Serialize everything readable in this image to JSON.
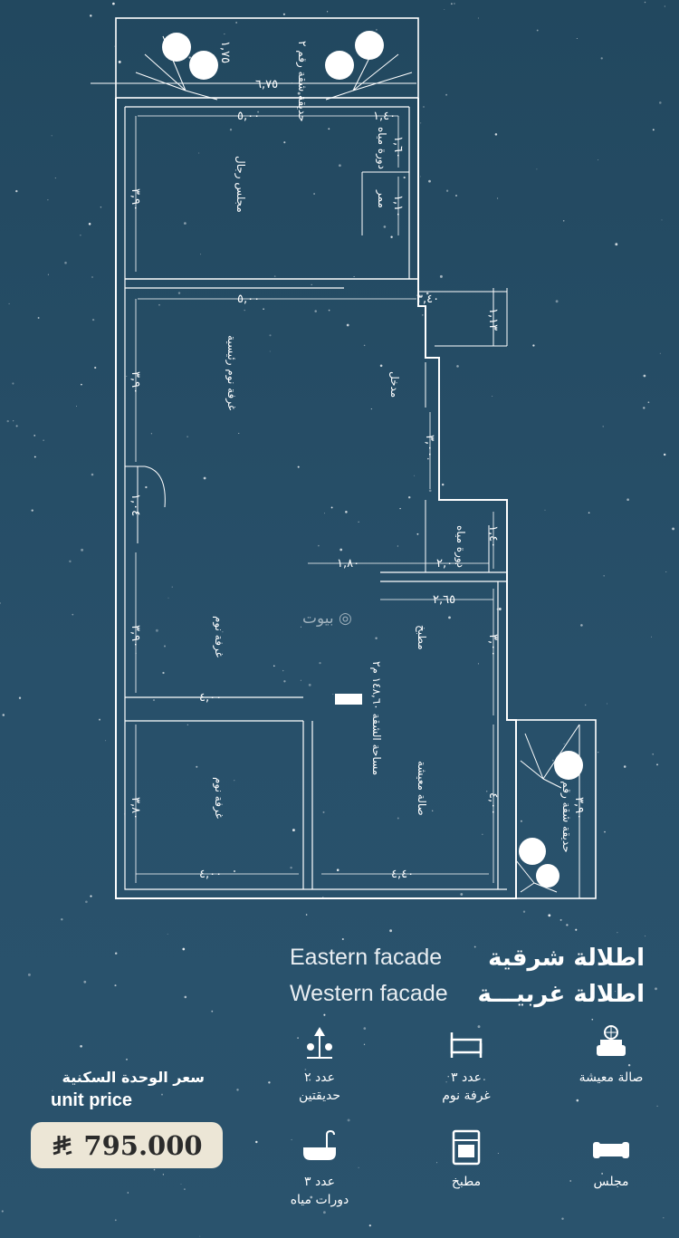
{
  "plan": {
    "garden_top": {
      "label": "حديقة شقة رقم ٢",
      "width": "٦,٧٥",
      "depth": "١,٧٥"
    },
    "mens_majlis": {
      "label": "مجلس رجال",
      "width": "٥,٠٠",
      "height": "٣,٩٠"
    },
    "wc_top": {
      "label": "دورة مياه",
      "width": "١,٤٠",
      "height": "١,٦٠"
    },
    "hall": {
      "label": "ممر",
      "height": "١,١٠"
    },
    "master_bedroom": {
      "label": "غرفة نوم رئيسية",
      "width": "٥,٠٠",
      "height": "٣,٩٠"
    },
    "side_dim": {
      "width": "٣,٤٠",
      "height": "١,١٣"
    },
    "entrance": {
      "label": "مدخل",
      "height": "٣,٠٠"
    },
    "door_dim": "١,٠٤",
    "wc_mid": {
      "label": "دورة مياه",
      "width": "٢,٠٠",
      "height": "١,٤٠"
    },
    "corridor_dim": "١,٨٠",
    "bedroom_2": {
      "label": "غرفة نوم",
      "width": "٤,٠٠",
      "height": "٣,٩٠"
    },
    "kitchen": {
      "label": "مطبخ",
      "width": "٢,٦٥",
      "height": "٣,٠٠"
    },
    "area_note": "مساحة الشقة ١٤٨,٦٠ م٢",
    "bedroom_3": {
      "label": "غرفة نوم",
      "width": "٤,٠٠",
      "height": "٣,٨٠"
    },
    "living": {
      "label": "صالة معيشة",
      "width": "٤,٤٠",
      "height": "٤,٠٠"
    },
    "garden_side": {
      "label": "حديقة شقة رقم ٢",
      "depth": "٣,٩٠"
    },
    "watermark": "بيوت"
  },
  "facades": [
    {
      "en": "Eastern facade",
      "ar": "اطلالة شرقية"
    },
    {
      "en": "Western facade",
      "ar": "اطلالة غربيـــة"
    }
  ],
  "features": [
    {
      "icon": "living-room-icon",
      "line1": "صالة معيشة",
      "line2": ""
    },
    {
      "icon": "bed-icon",
      "line1": "عدد ٣",
      "line2": "غرفة نوم"
    },
    {
      "icon": "garden-lamp-icon",
      "line1": "عدد ٢",
      "line2": "حديقتين"
    },
    {
      "icon": "sofa-icon",
      "line1": "مجلس",
      "line2": ""
    },
    {
      "icon": "stove-icon",
      "line1": "مطبخ",
      "line2": ""
    },
    {
      "icon": "bathtub-icon",
      "line1": "عدد ٣",
      "line2": "دورات مياه"
    }
  ],
  "price": {
    "label_ar": "سعر الوحدة السكنية",
    "label_en": "unit price",
    "value": "795.000",
    "currency_icon": "saudi-riyal-icon"
  },
  "colors": {
    "background": "#264d66",
    "lines": "#ffffff",
    "price_box": "#ece6d6"
  }
}
